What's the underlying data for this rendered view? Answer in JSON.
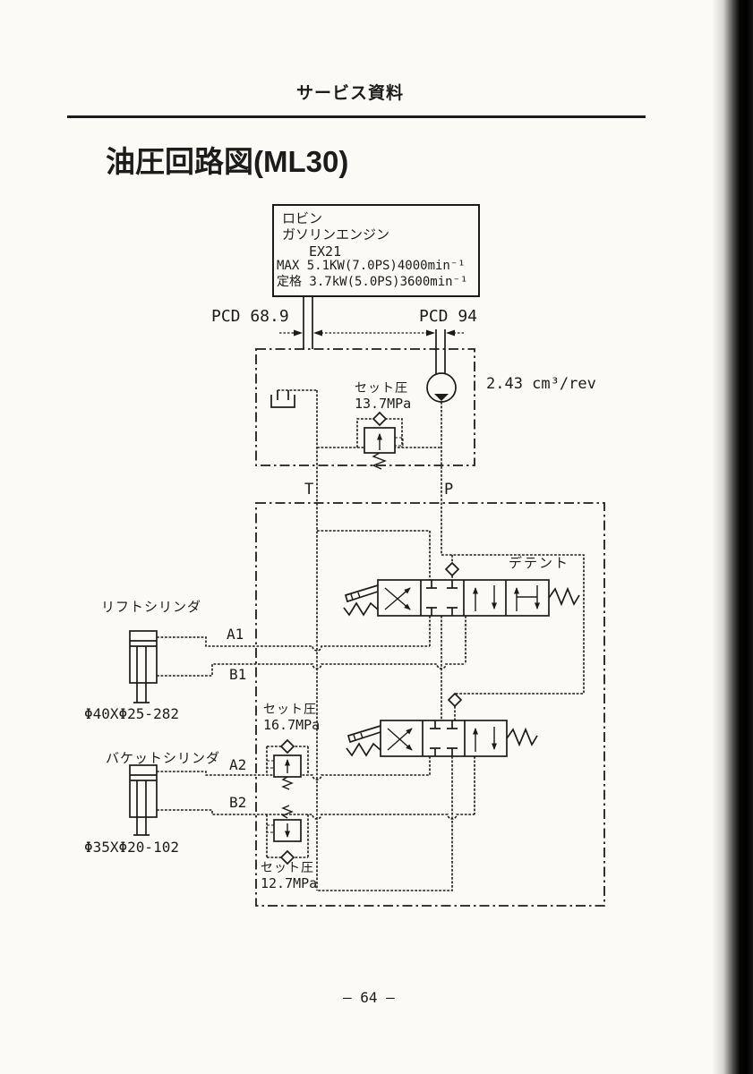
{
  "page": {
    "header": "サービス資料",
    "title": "油圧回路図(ML30)",
    "page_number": "– 64 –"
  },
  "engine_box": {
    "maker": "ロビン",
    "type": "ガソリンエンジン",
    "model": "EX21",
    "max_power": "MAX 5.1KW(7.0PS)4000min⁻¹",
    "rated_power": "定格 3.7kW(5.0PS)3600min⁻¹"
  },
  "pulleys": {
    "left": "PCD 68.9",
    "right": "PCD 94"
  },
  "pump": {
    "displacement": "2.43 cm³/rev",
    "relief_caption": "セット圧",
    "relief_pressure": "13.7MPa"
  },
  "valve_block": {
    "port_t": "T",
    "port_p": "P",
    "detent": "デテント",
    "relief_a2": {
      "caption": "セット圧",
      "pressure": "16.7MPa"
    },
    "relief_b2": {
      "caption": "セット圧",
      "pressure": "12.7MPa"
    }
  },
  "lift_cylinder": {
    "name": "リフトシリンダ",
    "port_a": "A1",
    "port_b": "B1",
    "spec": "Φ40XΦ25-282"
  },
  "bucket_cylinder": {
    "name": "バケットシリンダ",
    "port_a": "A2",
    "port_b": "B2",
    "spec": "Φ35XΦ20-102"
  },
  "colors": {
    "ink": "#1c1c1c",
    "paper": "#fbfaf7",
    "binding": "#000000"
  }
}
